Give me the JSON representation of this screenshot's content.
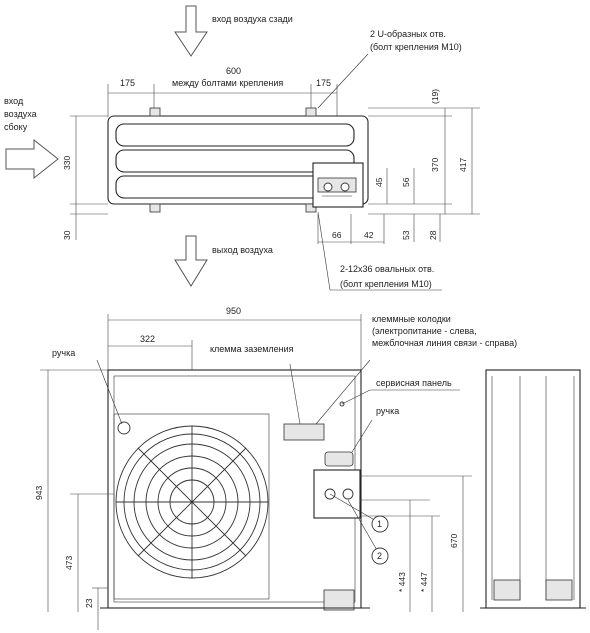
{
  "top_view": {
    "air_in_rear": "вход воздуха сзади",
    "air_in_side": [
      "вход",
      "воздуха",
      "сбоку"
    ],
    "air_out": "выход воздуха",
    "dim_600": "600",
    "between_bolts": "между болтами крепления",
    "dim_175_left": "175",
    "dim_175_right": "175",
    "u_holes_line1": "2 U-образных отв.",
    "u_holes_line2": "(болт крепления M10)",
    "oval_holes_line1": "2-12х36 овальных отв.",
    "oval_holes_line2": "(болт крепления M10)",
    "dim_19": "(19)",
    "dim_330": "330",
    "dim_370": "370",
    "dim_417": "417",
    "dim_45": "45",
    "dim_56": "56",
    "dim_30": "30",
    "dim_66": "66",
    "dim_42": "42",
    "dim_53": "53",
    "dim_28": "28"
  },
  "front_view": {
    "dim_950": "950",
    "dim_322": "322",
    "handle_left": "ручка",
    "ground_terminal": "клемма заземления",
    "terminal_blocks_line1": "клеммные колодки",
    "terminal_blocks_line2": "(электропитание - слева,",
    "terminal_blocks_line3": "межблочная линия связи - справа)",
    "service_panel": "сервисная панель",
    "handle_right": "ручка",
    "dim_943": "943",
    "dim_473": "473",
    "dim_23": "23",
    "dim_670": "670",
    "dim_443": "* 443",
    "dim_447": "* 447",
    "marker_1": "1",
    "marker_2": "2"
  }
}
